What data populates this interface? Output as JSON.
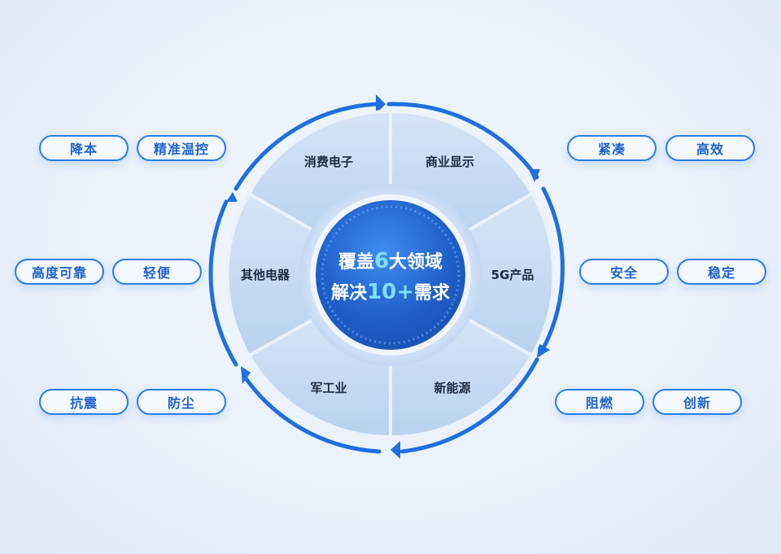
{
  "center": {
    "line1_pre": "覆盖",
    "line1_num": "6",
    "line1_post": "大领域",
    "line2_pre": "解决",
    "line2_num": "10+",
    "line2_post": "需求"
  },
  "segments": [
    "消费电子",
    "商业显示",
    "5G产品",
    "新能源",
    "军工业",
    "其他电器"
  ],
  "left_tags": {
    "row1": [
      "降本",
      "精准温控"
    ],
    "row2": [
      "高度可靠",
      "轻便"
    ],
    "row3": [
      "抗震",
      "防尘"
    ]
  },
  "right_tags": {
    "row1": [
      "紧凑",
      "高效"
    ],
    "row2": [
      "安全",
      "稳定"
    ],
    "row3": [
      "阻燃",
      "创新"
    ]
  },
  "colors": {
    "accent": "#2b7de8",
    "hub": "#1f5fc9",
    "segment": "#c9dcf3"
  }
}
